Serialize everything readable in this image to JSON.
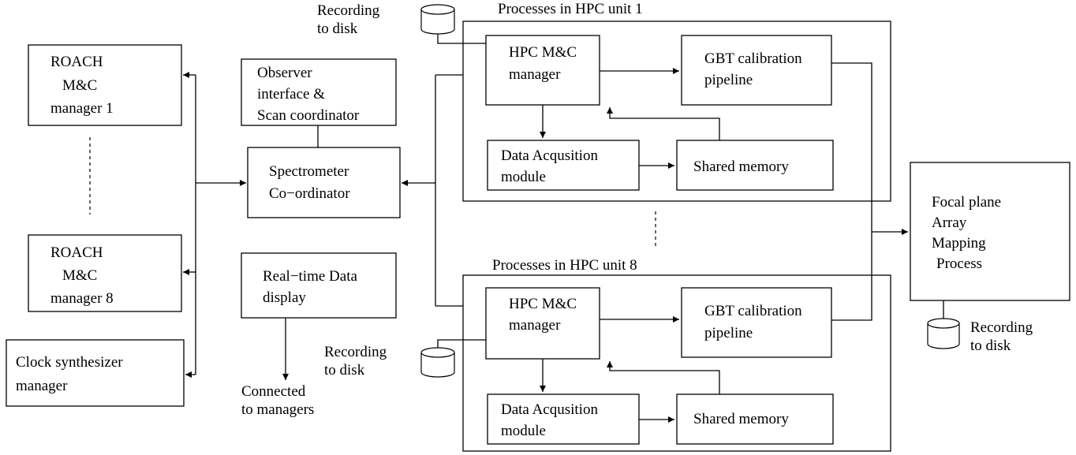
{
  "diagram": {
    "roach1": [
      "ROACH",
      "M&C",
      "manager 1"
    ],
    "roach8": [
      "ROACH",
      "M&C",
      "manager 8"
    ],
    "clock": [
      "Clock synthesizer",
      "manager"
    ],
    "observer": [
      "Observer",
      "interface &",
      "Scan coordinator"
    ],
    "spectrometer": [
      "Spectrometer",
      "Co−ordinator"
    ],
    "realtime": [
      "Real−time Data",
      "display"
    ],
    "connected": [
      "Connected",
      "to managers"
    ],
    "hpc1_title": "Processes in HPC unit 1",
    "hpc8_title": "Processes in HPC unit 8",
    "hpc_mc": [
      "HPC M&C",
      "manager"
    ],
    "gbt": [
      "GBT calibration",
      "pipeline"
    ],
    "daq": [
      "Data Acqusition",
      "module"
    ],
    "shared": "Shared memory",
    "focal": [
      "Focal plane",
      "Array",
      "Mapping",
      "Process"
    ],
    "recording": [
      "Recording",
      "to disk"
    ]
  }
}
